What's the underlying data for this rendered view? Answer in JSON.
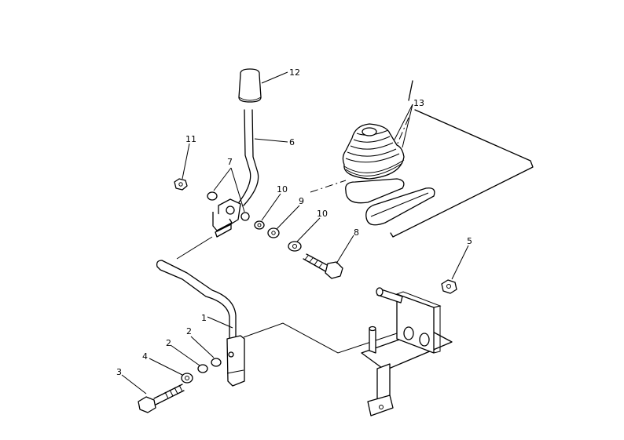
{
  "diagram": {
    "callouts": {
      "c1": "1",
      "c2a": "2",
      "c2b": "2",
      "c3": "3",
      "c4": "4",
      "c5": "5",
      "c6": "6",
      "c7": "7",
      "c8": "8",
      "c9": "9",
      "c10a": "10",
      "c10b": "10",
      "c11": "11",
      "c12": "12",
      "c13": "13"
    }
  }
}
